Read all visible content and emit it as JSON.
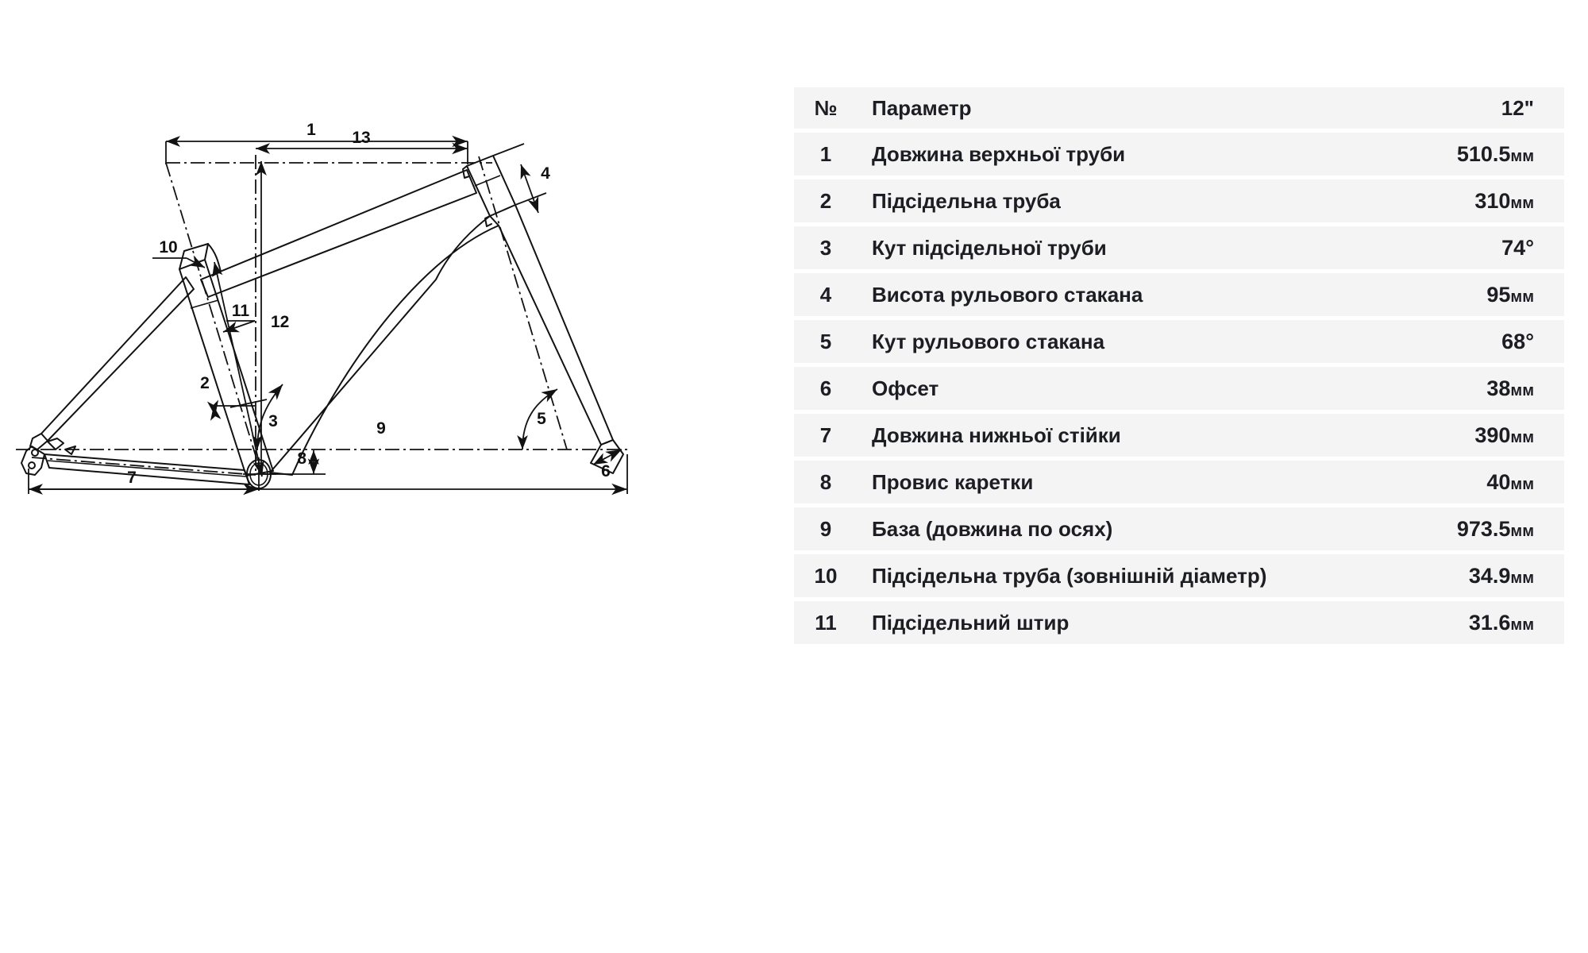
{
  "table": {
    "header": {
      "num": "№",
      "param": "Параметр",
      "value": "12\""
    },
    "rows": [
      {
        "num": "1",
        "param": "Довжина верхньої труби",
        "value": "510.5",
        "unit": "мм"
      },
      {
        "num": "2",
        "param": "Підсідельна труба",
        "value": "310",
        "unit": "мм"
      },
      {
        "num": "3",
        "param": "Кут підсідельної труби",
        "value": "74°",
        "unit": ""
      },
      {
        "num": "4",
        "param": "Висота рульового стакана",
        "value": "95",
        "unit": "мм"
      },
      {
        "num": "5",
        "param": "Кут рульового стакана",
        "value": "68°",
        "unit": ""
      },
      {
        "num": "6",
        "param": "Офсет",
        "value": "38",
        "unit": "мм"
      },
      {
        "num": "7",
        "param": "Довжина нижньої стійки",
        "value": "390",
        "unit": "мм"
      },
      {
        "num": "8",
        "param": "Провис каретки",
        "value": "40",
        "unit": "мм"
      },
      {
        "num": "9",
        "param": "База (довжина по осях)",
        "value": "973.5",
        "unit": "мм"
      },
      {
        "num": "10",
        "param": "Підсідельна труба (зовнішній діаметр)",
        "value": "34.9",
        "unit": "мм"
      },
      {
        "num": "11",
        "param": "Підсідельний штир",
        "value": "31.6",
        "unit": "мм"
      }
    ]
  },
  "diagram": {
    "title": "bicycle-frame-geometry-drawing",
    "callouts": {
      "c1": "1",
      "c2": "2",
      "c3": "3",
      "c4": "4",
      "c5": "5",
      "c6": "6",
      "c7": "7",
      "c8": "8",
      "c9": "9",
      "c10": "10",
      "c11": "11",
      "c12": "12",
      "c13": "13"
    }
  },
  "colors": {
    "row_background": "#f4f4f4",
    "page_background": "#ffffff",
    "text": "#1d1d24",
    "line": "#121212"
  }
}
